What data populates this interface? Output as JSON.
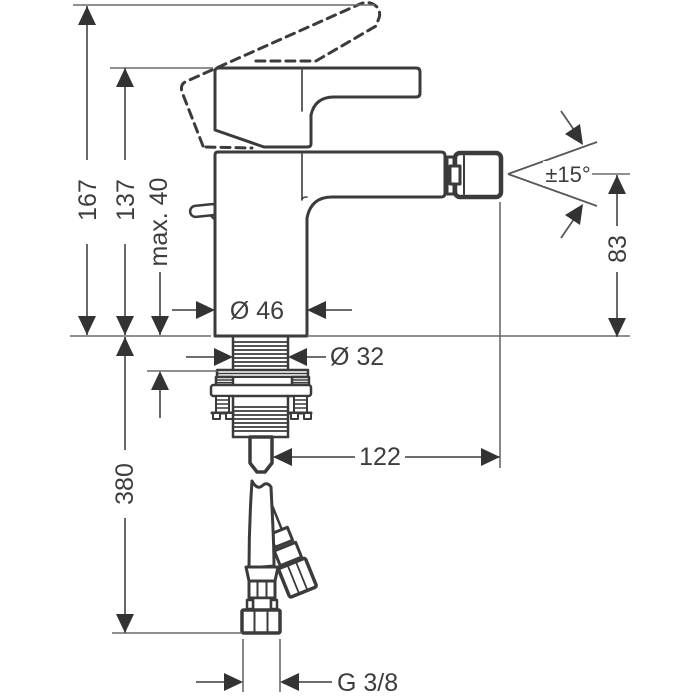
{
  "drawing": {
    "type": "technical-dimension-drawing",
    "subject": "single-lever bidet mixer faucet, side elevation with mounting hardware and supply hoses",
    "labels": {
      "total_height": "167",
      "height_to_handle": "137",
      "max_mounting_thickness": "max. 40",
      "body_diameter": "Ø 46",
      "shank_diameter": "Ø 32",
      "spout_outlet_height": "83",
      "spout_reach": "122",
      "hose_length": "380",
      "connection_thread": "G 3/8",
      "spray_angle": "±15°"
    },
    "colors": {
      "background": "#ffffff",
      "outline": "#3b3b3b",
      "dimension_line": "#585858",
      "extension_line": "#6b6b6b",
      "arrow": "#333333",
      "text": "#3d3d3d"
    }
  }
}
